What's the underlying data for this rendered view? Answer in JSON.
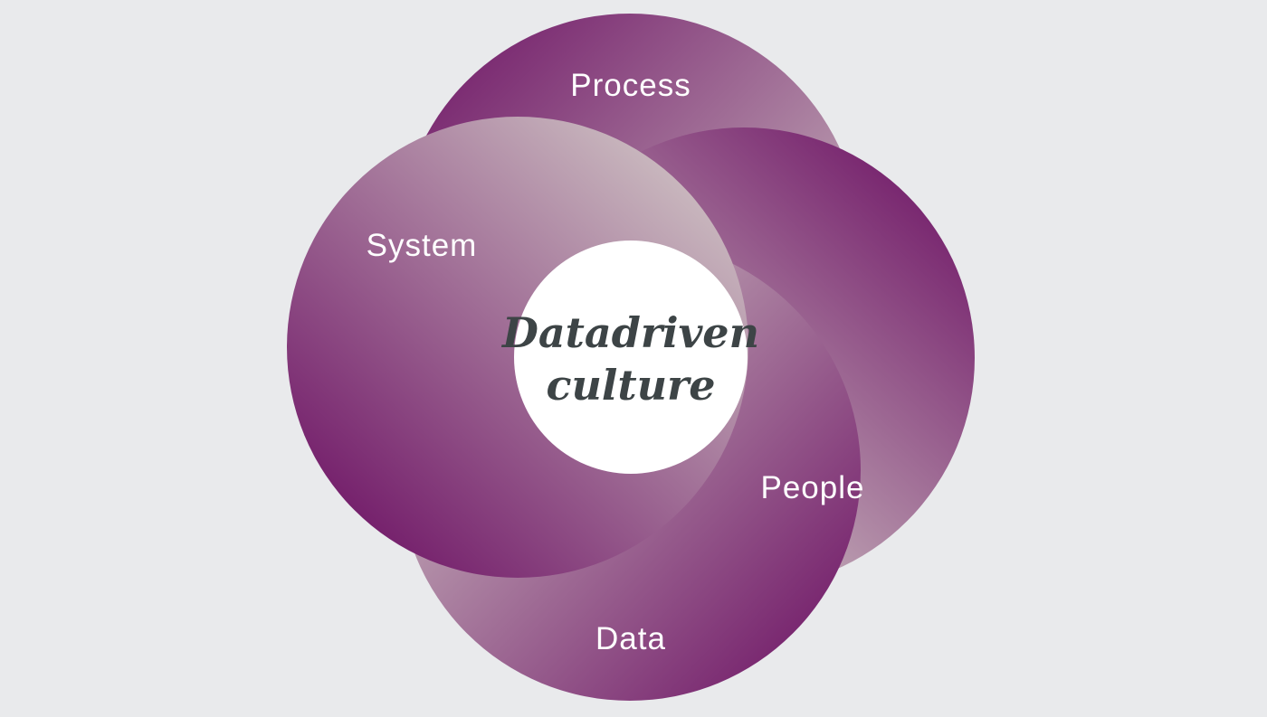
{
  "diagram": {
    "center": {
      "line1": "Datadriven",
      "line2": "culture"
    },
    "segments": [
      {
        "label": "Process"
      },
      {
        "label": "System"
      },
      {
        "label": "People"
      },
      {
        "label": "Data"
      }
    ]
  },
  "colors": {
    "background": "#e9eaec",
    "deep_purple": "#7a2270",
    "light_mauve": "#c5b0b8",
    "center_fill": "#ffffff",
    "center_text": "#3d4446",
    "label_text": "#ffffff"
  }
}
